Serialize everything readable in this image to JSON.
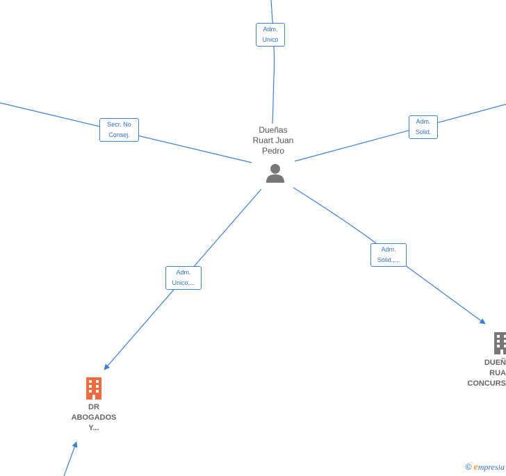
{
  "center_person": {
    "name_lines": [
      "Dueñas",
      "Ruart Juan",
      "Pedro"
    ],
    "icon": "person-icon"
  },
  "edge_labels": {
    "top": [
      "Adm.",
      "Unico"
    ],
    "left": [
      "Secr.  No",
      "Consej."
    ],
    "right": [
      "Adm.",
      "Solid."
    ],
    "bottom_left": [
      "Adm.",
      "Unico,..."
    ],
    "bottom_right": [
      "Adm.",
      "Solid.,..."
    ]
  },
  "companies": {
    "dr_abogados": {
      "name_lines": [
        "DR",
        "ABOGADOS",
        "Y..."
      ],
      "icon": "building-icon",
      "color": "#f26a3d"
    },
    "duenas_ruart": {
      "name_lines": [
        "DUEÑ",
        "RUA",
        "CONCURS"
      ],
      "icon": "building-icon",
      "color": "#777777"
    }
  },
  "footer": {
    "copyright_symbol": "©",
    "brand_initial": "e",
    "brand_rest": "mpresia"
  },
  "colors": {
    "edge": "#3b7fd4",
    "label_text": "#2f6fc2"
  }
}
